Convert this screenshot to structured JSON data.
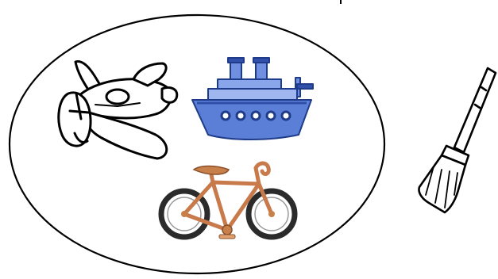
{
  "scene": {
    "group_items": [
      {
        "icon": "airplane-icon",
        "style": "line-art"
      },
      {
        "icon": "ship-icon",
        "style": "blue-color"
      },
      {
        "icon": "bicycle-icon",
        "style": "orange-color"
      }
    ],
    "outside_item": {
      "icon": "broom-icon",
      "style": "line-art"
    }
  },
  "colors": {
    "outline": "#000000",
    "ship_hull": "#5b7fd6",
    "ship_light": "#9fb6ee",
    "ship_dark": "#2f4fa8",
    "bike_frame": "#c87a4a",
    "bike_seat": "#c8804a",
    "tire": "#2b2b2b"
  }
}
